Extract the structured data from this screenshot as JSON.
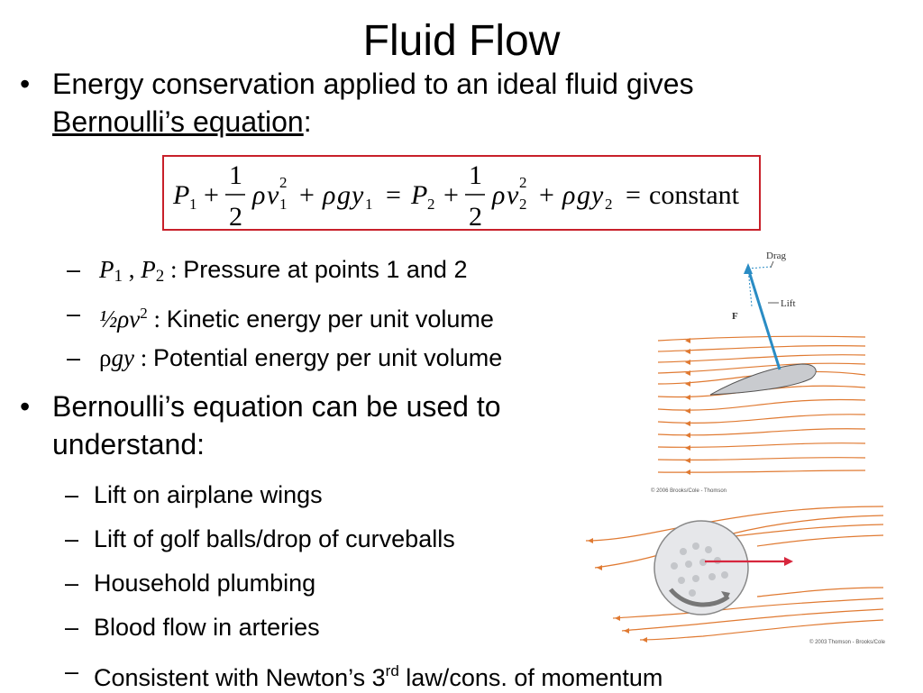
{
  "slide": {
    "title": "Fluid Flow",
    "bullet1": {
      "text_before": "Energy conservation applied to an ideal fluid gives",
      "link_text": "Bernoulli’s equation",
      "text_after": ":"
    },
    "equation": {
      "P1": "P",
      "sub1": "1",
      "plus": "+",
      "one": "1",
      "two": "2",
      "rho": "ρ",
      "v": "v",
      "sq": "2",
      "g": "g",
      "y": "y",
      "P2": "P",
      "sub2": "2",
      "equals": "=",
      "constant": "constant"
    },
    "sub_items_1": [
      {
        "symbol_a": "P",
        "sub_a": "1",
        "comma": " , ",
        "symbol_b": "P",
        "sub_b": "2",
        "sep": " : ",
        "text": "Pressure at points 1 and 2"
      },
      {
        "symbol": "½ρv",
        "sup": "2",
        "sep": " : ",
        "text": "Kinetic energy per unit volume"
      },
      {
        "symbol_rho": "ρ",
        "symbol_gy": "gy",
        "sep": " : ",
        "text": "Potential energy per unit volume"
      }
    ],
    "bullet2": {
      "line1": "Bernoulli’s equation can be used to",
      "line2": "understand:"
    },
    "sub_items_2": [
      {
        "text": "Lift on airplane wings"
      },
      {
        "text": "Lift of golf balls/drop of curveballs"
      },
      {
        "text": "Household plumbing"
      },
      {
        "text": "Blood flow in arteries"
      },
      {
        "text_before": "Consistent with Newton’s 3",
        "sup": "rd",
        "text_after": " law/cons. of momentum"
      }
    ],
    "dash": "–",
    "bullet_dot": "•",
    "figure_wing": {
      "drag_label": "Drag",
      "lift_label": "Lift",
      "force_label": "F",
      "credit": "© 2006 Brooks/Cole - Thomson"
    },
    "figure_ball": {
      "credit": "© 2003 Thomson - Brooks/Cole"
    },
    "colors": {
      "accent_red": "#c8202a",
      "streamline_orange": "#e07a32",
      "force_blue": "#2a8cc4"
    }
  }
}
